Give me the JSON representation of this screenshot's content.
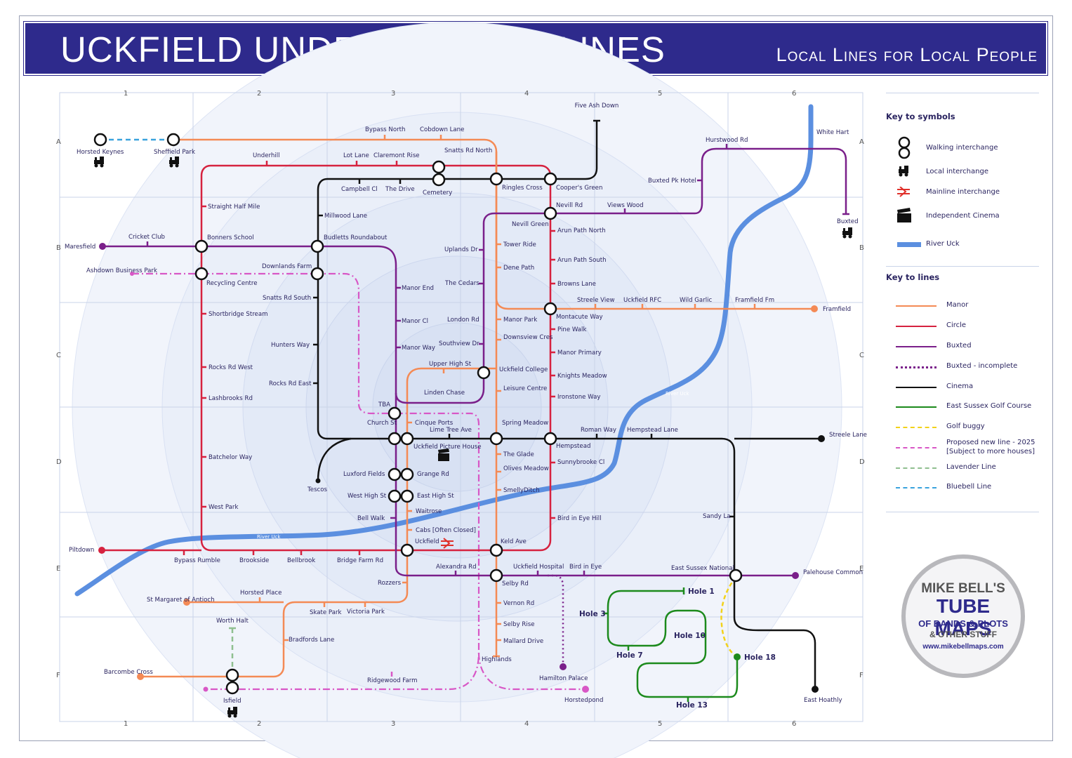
{
  "header": {
    "title": "UCKFIELD UNDERGROUND LINES",
    "subtitle": "Local Lines for Local People"
  },
  "grid": {
    "columns": [
      "1",
      "2",
      "3",
      "4",
      "5",
      "6"
    ],
    "rows": [
      "A",
      "B",
      "C",
      "D",
      "E",
      "F"
    ]
  },
  "colors": {
    "banner": "#2e2a8c",
    "manor": "#f48a55",
    "circle": "#d6223f",
    "buxted": "#7a1f8a",
    "cinema": "#111111",
    "golf": "#1c8a1c",
    "buggy": "#f2d21a",
    "proposed": "#d857c6",
    "lavender": "#8fbf8f",
    "bluebell": "#3aa3dd",
    "river": "#5b8fe0"
  },
  "key_symbols": {
    "heading": "Key to symbols",
    "items": [
      {
        "icon": "walking-interchange-icon",
        "label": "Walking interchange"
      },
      {
        "icon": "steam-train-icon",
        "label": "Local interchange"
      },
      {
        "icon": "national-rail-icon",
        "label": "Mainline interchange"
      },
      {
        "icon": "clapperboard-icon",
        "label": "Independent Cinema"
      },
      {
        "icon": "river-icon",
        "label": "River Uck"
      }
    ]
  },
  "key_lines": {
    "heading": "Key to lines",
    "items": [
      {
        "label": "Manor",
        "color": "#f48a55",
        "style": "solid"
      },
      {
        "label": "Circle",
        "color": "#d6223f",
        "style": "solid"
      },
      {
        "label": "Buxted",
        "color": "#7a1f8a",
        "style": "solid"
      },
      {
        "label": "Buxted - incomplete",
        "color": "#7a1f8a",
        "style": "dotted"
      },
      {
        "label": "Cinema",
        "color": "#111111",
        "style": "solid"
      },
      {
        "label": "East Sussex Golf Course",
        "color": "#1c8a1c",
        "style": "solid"
      },
      {
        "label": "Golf buggy",
        "color": "#f2d21a",
        "style": "dashed"
      },
      {
        "label": "Proposed new line - 2025",
        "label2": "[Subject to more houses]",
        "color": "#d857c6",
        "style": "dashed"
      },
      {
        "label": "Lavender Line",
        "color": "#8fbf8f",
        "style": "dashed"
      },
      {
        "label": "Bluebell Line",
        "color": "#3aa3dd",
        "style": "dashed"
      }
    ]
  },
  "badge": {
    "line1": "MIKE BELL'S",
    "line2": "TUBE MAPS",
    "line3": "OF BANDS & PLOTS",
    "line4": "& OTHER STUFF",
    "line5": "www.mikebellmaps.com"
  },
  "river_label": "River Uck",
  "stations": {
    "five_ash_down": "Five Ash Down",
    "bypass_north": "Bypass North",
    "cobdown_lane": "Cobdown Lane",
    "horsted_keynes": "Horsted Keynes",
    "sheffield_park": "Sheffield Park",
    "underhill": "Underhill",
    "lot_lane": "Lot Lane",
    "claremont_rise": "Claremont Rise",
    "snatts_rd_north": "Snatts Rd North",
    "hurstwood_rd": "Hurstwood Rd",
    "white_hart": "White Hart",
    "campbell_cl": "Campbell Cl",
    "the_drive": "The Drive",
    "cemetery": "Cemetery",
    "ringles_cross": "Ringles Cross",
    "coopers_green": "Cooper's Green",
    "buxted_pk_hotel": "Buxted Pk Hotel",
    "straight_half_mile": "Straight Half Mile",
    "millwood_lane": "Millwood Lane",
    "nevill_rd": "Nevill Rd",
    "views_wood": "Views Wood",
    "buxted": "Buxted",
    "nevill_green": "Nevill Green",
    "arun_path_north": "Arun Path North",
    "cricket_club": "Cricket Club",
    "bonners_school": "Bonners School",
    "budletts_roundabout": "Budletts Roundabout",
    "maresfield": "Maresfield",
    "tower_ride": "Tower Ride",
    "uplands_dr": "Uplands Dr",
    "ashdown_business_park": "Ashdown Business Park",
    "downlands_farm": "Downlands Farm",
    "recycling_centre": "Recycling Centre",
    "arun_path_south": "Arun Path South",
    "dene_path": "Dene Path",
    "the_cedars": "The Cedars",
    "browns_lane": "Browns Lane",
    "manor_end": "Manor End",
    "snatts_rd_south": "Snatts Rd South",
    "streele_view": "Streele View",
    "uckfield_rfc": "Uckfield RFC",
    "wild_garlic": "Wild Garlic",
    "framfield_fm": "Framfield Fm",
    "framfield": "Framfield",
    "shortbridge_stream": "Shortbridge Stream",
    "montacute_way": "Montacute Way",
    "manor_cl": "Manor Cl",
    "london_rd": "London Rd",
    "manor_park": "Manor Park",
    "pine_walk": "Pine Walk",
    "hunters_way": "Hunters Way",
    "downsview_cres": "Downsview Cres",
    "manor_way": "Manor Way",
    "southview_dr": "Southview Dr",
    "manor_primary": "Manor Primary",
    "upper_high_st": "Upper High St",
    "uckfield_college": "Uckfield College",
    "rocks_rd_west": "Rocks Rd West",
    "knights_meadow": "Knights Meadow",
    "rocks_rd_east": "Rocks Rd East",
    "leisure_centre": "Leisure Centre",
    "linden_chase": "Linden Chase",
    "ironstone_way": "Ironstone Way",
    "lashbrooks_rd": "Lashbrooks Rd",
    "tba": "TBA",
    "church_st": "Church St",
    "cinque_ports": "Cinque Ports",
    "lime_tree_ave": "Lime Tree Ave",
    "spring_meadow": "Spring Meadow",
    "roman_way": "Roman Way",
    "hempstead_lane": "Hempstead Lane",
    "streele_lane": "Streele Lane",
    "uckfield_picture_house": "Uckfield Picture House",
    "hempstead": "Hempstead",
    "the_glade": "The Glade",
    "batchelor_way": "Batchelor Way",
    "sunnybrooke_cl": "Sunnybrooke Cl",
    "luxford_fields": "Luxford Fields",
    "grange_rd": "Grange Rd",
    "olives_meadow": "Olives Meadow",
    "tescos": "Tescos",
    "smellyditch": "SmellyDitch",
    "west_high_st": "West High St",
    "east_high_st": "East High St",
    "west_park": "West Park",
    "waitrose": "Waitrose",
    "bell_walk": "Bell Walk",
    "sandy_la": "Sandy La",
    "bird_in_eye_hill": "Bird in Eye Hill",
    "cabs": "Cabs [Often Closed]",
    "uckfield": "Uckfield",
    "keld_ave": "Keld Ave",
    "piltdown": "Piltdown",
    "bypass_rumble": "Bypass Rumble",
    "brookside": "Brookside",
    "bellbrook": "Bellbrook",
    "bridge_farm_rd": "Bridge Farm Rd",
    "alexandra_rd": "Alexandra Rd",
    "uckfield_hospital": "Uckfield Hospital",
    "bird_in_eye": "Bird in Eye",
    "east_sussex_national": "East Sussex National",
    "palehouse_common": "Palehouse Common",
    "rozzers": "Rozzers",
    "selby_rd": "Selby Rd",
    "horsted_place": "Horsted Place",
    "st_margaret_of_antioch": "St Margaret of Antioch",
    "hole_1": "Hole 1",
    "vernon_rd": "Vernon Rd",
    "hole_3": "Hole 3",
    "skate_park": "Skate Park",
    "victoria_park": "Victoria Park",
    "worth_halt": "Worth Halt",
    "selby_rise": "Selby Rise",
    "hole_10": "Hole 10",
    "bradfords_lane": "Bradfords Lane",
    "mallard_drive": "Mallard Drive",
    "hole_7": "Hole 7",
    "hole_18": "Hole 18",
    "highlands": "Highlands",
    "barcombe_cross": "Barcombe Cross",
    "hamilton_palace": "Hamilton Palace",
    "ridgewood_farm": "Ridgewood Farm",
    "horstedpond": "Horstedpond",
    "isfield": "Isfield",
    "hole_13": "Hole 13",
    "east_hoathly": "East Hoathly"
  }
}
